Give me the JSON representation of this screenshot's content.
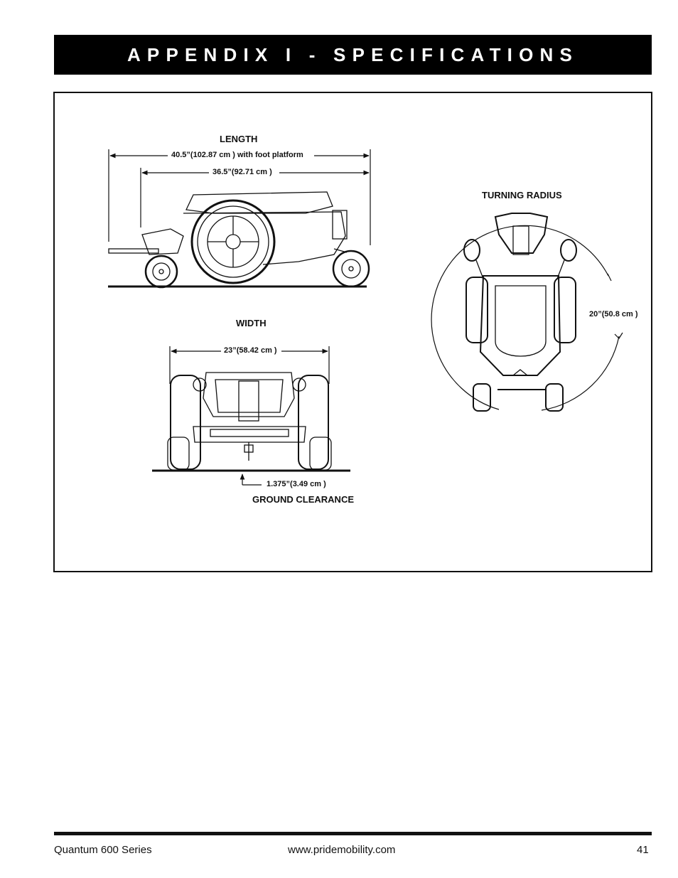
{
  "header": {
    "title": "APPENDIX I - SPECIFICATIONS"
  },
  "diagrams": {
    "length": {
      "title": "LENGTH",
      "overall": "40.5”(102.87 cm ) with foot platform",
      "base": "36.5”(92.71 cm )"
    },
    "width": {
      "title": "WIDTH",
      "value": "23”(58.42 cm )"
    },
    "ground_clearance": {
      "title": "GROUND CLEARANCE",
      "value": "1.375”(3.49 cm )"
    },
    "turning_radius": {
      "title": "TURNING RADIUS",
      "value": "20”(50.8 cm )"
    }
  },
  "footer": {
    "left": "Quantum 600 Series",
    "center": "www.pridemobility.com",
    "page_number": "41"
  }
}
